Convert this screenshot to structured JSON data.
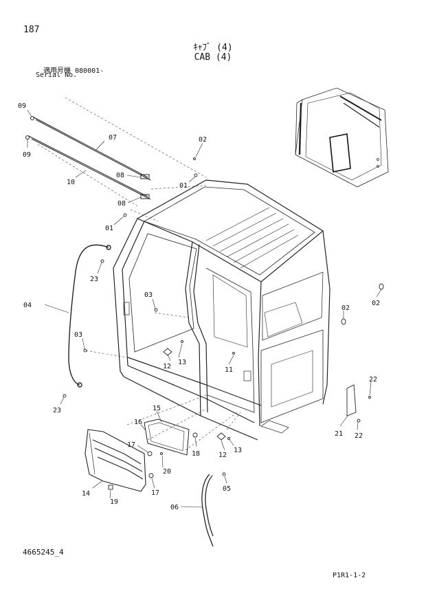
{
  "header": {
    "page_number": "187",
    "title_jp": "ｷｬﾌﾞ (4)",
    "title_en": "CAB (4)",
    "serial_label_jp": "適用号機  080001-",
    "serial_label_en": "Serial No."
  },
  "footer": {
    "document_code": "4665245_4",
    "page_ref": "P1R1-1-2"
  },
  "callouts": [
    {
      "id": "c09a",
      "label": "09"
    },
    {
      "id": "c09b",
      "label": "09"
    },
    {
      "id": "c07",
      "label": "07"
    },
    {
      "id": "c10",
      "label": "10"
    },
    {
      "id": "c08a",
      "label": "08"
    },
    {
      "id": "c08b",
      "label": "08"
    },
    {
      "id": "c02a",
      "label": "02"
    },
    {
      "id": "c01a",
      "label": "01"
    },
    {
      "id": "c01b",
      "label": "01"
    },
    {
      "id": "c23a",
      "label": "23"
    },
    {
      "id": "c04",
      "label": "04"
    },
    {
      "id": "c03a",
      "label": "03"
    },
    {
      "id": "c03b",
      "label": "03"
    },
    {
      "id": "c02b",
      "label": "02"
    },
    {
      "id": "c02c",
      "label": "02"
    },
    {
      "id": "c12a",
      "label": "12"
    },
    {
      "id": "c13a",
      "label": "13"
    },
    {
      "id": "c11",
      "label": "11"
    },
    {
      "id": "c22a",
      "label": "22"
    },
    {
      "id": "c22b",
      "label": "22"
    },
    {
      "id": "c21",
      "label": "21"
    },
    {
      "id": "c23b",
      "label": "23"
    },
    {
      "id": "c15",
      "label": "15"
    },
    {
      "id": "c16",
      "label": "16"
    },
    {
      "id": "c17a",
      "label": "17"
    },
    {
      "id": "c18",
      "label": "18"
    },
    {
      "id": "c12b",
      "label": "12"
    },
    {
      "id": "c13b",
      "label": "13"
    },
    {
      "id": "c20",
      "label": "20"
    },
    {
      "id": "c14",
      "label": "14"
    },
    {
      "id": "c19",
      "label": "19"
    },
    {
      "id": "c17b",
      "label": "17"
    },
    {
      "id": "c05",
      "label": "05"
    },
    {
      "id": "c06",
      "label": "06"
    }
  ]
}
